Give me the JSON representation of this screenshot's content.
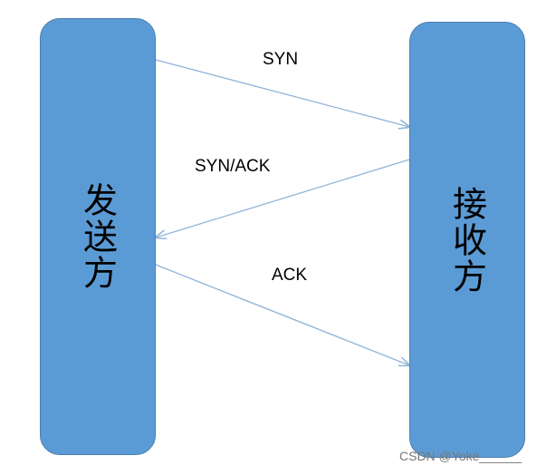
{
  "sender": {
    "label": "发送方"
  },
  "receiver": {
    "label": "接收方"
  },
  "messages": [
    {
      "label": "SYN",
      "direction": "sender-to-receiver"
    },
    {
      "label": "SYN/ACK",
      "direction": "receiver-to-sender"
    },
    {
      "label": "ACK",
      "direction": "sender-to-receiver"
    }
  ],
  "watermark": "CSDN @Yoke______",
  "colors": {
    "box": "#5b9bd5",
    "arrow": "#8fb4d9"
  }
}
